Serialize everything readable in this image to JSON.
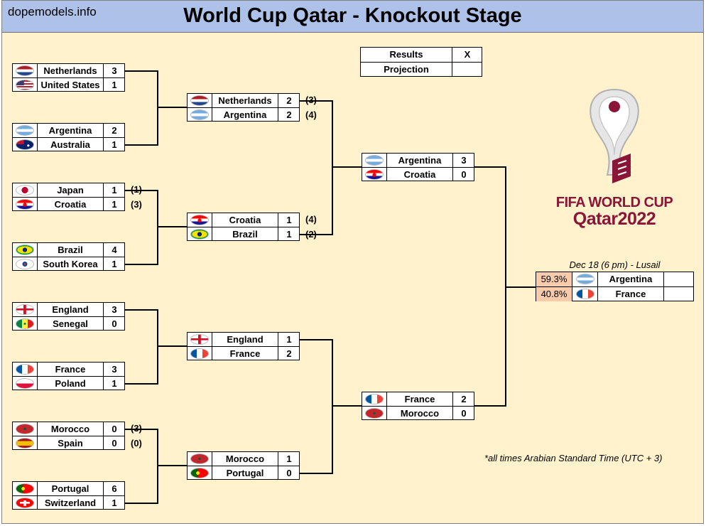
{
  "header": {
    "site": "dopemodels.info",
    "title": "World Cup Qatar - Knockout Stage"
  },
  "legend": {
    "results_label": "Results",
    "results_value": "X",
    "projection_label": "Projection",
    "projection_value": ""
  },
  "rounds": {
    "round_of_16": [
      {
        "teams": [
          {
            "name": "Netherlands",
            "score": "3",
            "flag": "netherlands-flag-icon"
          },
          {
            "name": "United States",
            "score": "1",
            "flag": "usa-flag-icon"
          }
        ],
        "pens": [
          "",
          ""
        ]
      },
      {
        "teams": [
          {
            "name": "Argentina",
            "score": "2",
            "flag": "argentina-flag-icon"
          },
          {
            "name": "Australia",
            "score": "1",
            "flag": "australia-flag-icon"
          }
        ],
        "pens": [
          "",
          ""
        ]
      },
      {
        "teams": [
          {
            "name": "Japan",
            "score": "1",
            "flag": "japan-flag-icon"
          },
          {
            "name": "Croatia",
            "score": "1",
            "flag": "croatia-flag-icon"
          }
        ],
        "pens": [
          "(1)",
          "(3)"
        ]
      },
      {
        "teams": [
          {
            "name": "Brazil",
            "score": "4",
            "flag": "brazil-flag-icon"
          },
          {
            "name": "South Korea",
            "score": "1",
            "flag": "south-korea-flag-icon"
          }
        ],
        "pens": [
          "",
          ""
        ]
      },
      {
        "teams": [
          {
            "name": "England",
            "score": "3",
            "flag": "england-flag-icon"
          },
          {
            "name": "Senegal",
            "score": "0",
            "flag": "senegal-flag-icon"
          }
        ],
        "pens": [
          "",
          ""
        ]
      },
      {
        "teams": [
          {
            "name": "France",
            "score": "3",
            "flag": "france-flag-icon"
          },
          {
            "name": "Poland",
            "score": "1",
            "flag": "poland-flag-icon"
          }
        ],
        "pens": [
          "",
          ""
        ]
      },
      {
        "teams": [
          {
            "name": "Morocco",
            "score": "0",
            "flag": "morocco-flag-icon"
          },
          {
            "name": "Spain",
            "score": "0",
            "flag": "spain-flag-icon"
          }
        ],
        "pens": [
          "(3)",
          "(0)"
        ]
      },
      {
        "teams": [
          {
            "name": "Portugal",
            "score": "6",
            "flag": "portugal-flag-icon"
          },
          {
            "name": "Switzerland",
            "score": "1",
            "flag": "switzerland-flag-icon"
          }
        ],
        "pens": [
          "",
          ""
        ]
      }
    ],
    "quarter_finals": [
      {
        "teams": [
          {
            "name": "Netherlands",
            "score": "2",
            "flag": "netherlands-flag-icon"
          },
          {
            "name": "Argentina",
            "score": "2",
            "flag": "argentina-flag-icon"
          }
        ],
        "pens": [
          "(3)",
          "(4)"
        ]
      },
      {
        "teams": [
          {
            "name": "Croatia",
            "score": "1",
            "flag": "croatia-flag-icon"
          },
          {
            "name": "Brazil",
            "score": "1",
            "flag": "brazil-flag-icon"
          }
        ],
        "pens": [
          "(4)",
          "(2)"
        ]
      },
      {
        "teams": [
          {
            "name": "England",
            "score": "1",
            "flag": "england-flag-icon"
          },
          {
            "name": "France",
            "score": "2",
            "flag": "france-flag-icon"
          }
        ],
        "pens": [
          "",
          ""
        ]
      },
      {
        "teams": [
          {
            "name": "Morocco",
            "score": "1",
            "flag": "morocco-flag-icon"
          },
          {
            "name": "Portugal",
            "score": "0",
            "flag": "portugal-flag-icon"
          }
        ],
        "pens": [
          "",
          ""
        ]
      }
    ],
    "semi_finals": [
      {
        "teams": [
          {
            "name": "Argentina",
            "score": "3",
            "flag": "argentina-flag-icon"
          },
          {
            "name": "Croatia",
            "score": "0",
            "flag": "croatia-flag-icon"
          }
        ],
        "pens": [
          "",
          ""
        ]
      },
      {
        "teams": [
          {
            "name": "France",
            "score": "2",
            "flag": "france-flag-icon"
          },
          {
            "name": "Morocco",
            "score": "0",
            "flag": "morocco-flag-icon"
          }
        ],
        "pens": [
          "",
          ""
        ]
      }
    ]
  },
  "final": {
    "info": "Dec 18 (6 pm) - Lusail",
    "teams": [
      {
        "pct": "59.3%",
        "name": "Argentina",
        "flag": "argentina-flag-icon"
      },
      {
        "pct": "40.8%",
        "name": "France",
        "flag": "france-flag-icon"
      }
    ]
  },
  "logo": {
    "line1": "FIFA WORLD CUP",
    "line2": "Qatar2022"
  },
  "footnote": "*all times Arabian Standard Time (UTC + 3)",
  "colors": {
    "header": "#aec1e8",
    "background": "#fff2cc",
    "probability": "#f8cbad",
    "logo": "#8a1538"
  }
}
